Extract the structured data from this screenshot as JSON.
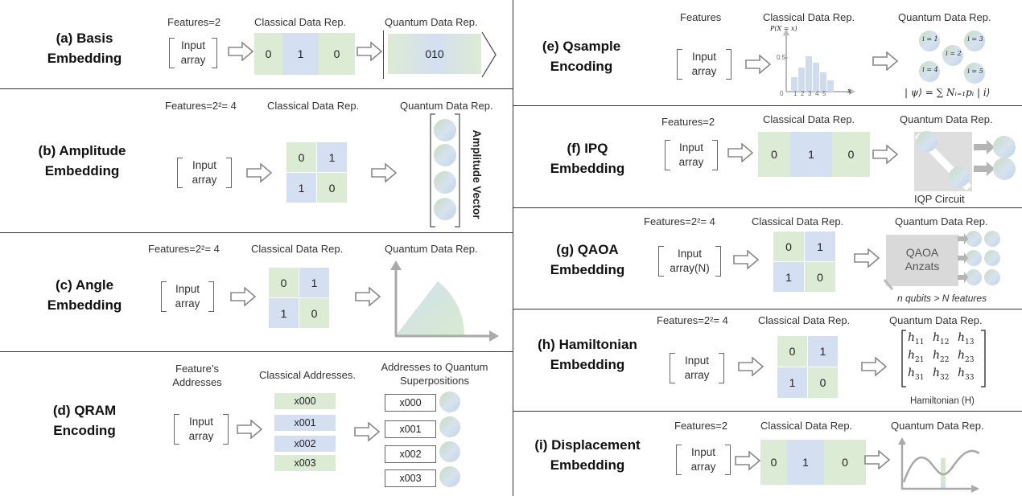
{
  "panels": {
    "a": {
      "title": "(a) Basis\nEmbedding",
      "features": "Features=2",
      "classical": "Classical Data Rep.",
      "quantum": "Quantum Data Rep.",
      "input": "Input\narray",
      "cells": [
        "0",
        "1",
        "0"
      ],
      "state": "010"
    },
    "b": {
      "title": "(b) Amplitude\nEmbedding",
      "features": "Features=2²= 4",
      "classical": "Classical Data Rep.",
      "quantum": "Quantum Data Rep.",
      "input": "Input\narray",
      "cells": [
        "0",
        "1",
        "1",
        "0"
      ],
      "vector_label": "Amplitude Vector"
    },
    "c": {
      "title": "(c) Angle\nEmbedding",
      "features": "Features=2²= 4",
      "classical": "Classical Data Rep.",
      "quantum": "Quantum Data Rep.",
      "input": "Input\narray",
      "cells": [
        "0",
        "1",
        "1",
        "0"
      ]
    },
    "d": {
      "title": "(d) QRAM\nEncoding",
      "features": "Feature’s\nAddresses",
      "classical": "Classical Addresses.",
      "quantum": "Addresses to Quantum\nSuperpositions",
      "input": "Input\narray",
      "addresses": [
        "x000",
        "x001",
        "x002",
        "x003"
      ]
    },
    "e": {
      "title": "(e) Qsample\nEncoding",
      "features": "Features",
      "classical": "Classical Data Rep.",
      "quantum": "Quantum Data Rep.",
      "input": "Input\narray",
      "px_label": "P(X = x)",
      "tick_05": "0.5",
      "x_label": "x",
      "x_ticks": [
        "0",
        "1",
        "2",
        "3",
        "4",
        "5"
      ],
      "qubit_labels": [
        "i = 1",
        "i = 3",
        "i = 2",
        "i = 4",
        "i = 5"
      ],
      "formula": "| ψ⟩ = ∑ Nᵢ₌₁pᵢ | i⟩"
    },
    "f": {
      "title": "(f) IPQ\nEmbedding",
      "features": "Features=2",
      "classical": "Classical Data Rep.",
      "quantum": "Quantum Data Rep.",
      "input": "Input\narray",
      "cells": [
        "0",
        "1",
        "0"
      ],
      "circuit": "IQP Circuit"
    },
    "g": {
      "title": "(g) QAOA\nEmbedding",
      "features": "Features=2²= 4",
      "classical": "Classical Data Rep.",
      "quantum": "Quantum Data Rep.",
      "input": "Input\narray(N)",
      "cells": [
        "0",
        "1",
        "1",
        "0"
      ],
      "ansatz": "QAOA\nAnzats",
      "note": "n qubits > N features"
    },
    "h": {
      "title": "(h) Hamiltonian\nEmbedding",
      "features": "Features=2²= 4",
      "classical": "Classical Data Rep.",
      "quantum": "Quantum Data Rep.",
      "input": "Input\narray",
      "cells": [
        "0",
        "1",
        "1",
        "0"
      ],
      "matrix": [
        "h11",
        "h12",
        "h13",
        "h21",
        "h22",
        "h23",
        "h31",
        "h32",
        "h33"
      ],
      "hamiltonian": "Hamiltonian (H)"
    },
    "i": {
      "title": "(i) Displacement\nEmbedding",
      "features": "Features=2",
      "classical": "Classical Data Rep.",
      "quantum": "Quantum Data Rep.",
      "input": "Input\narray",
      "cells": [
        "0",
        "1",
        "0"
      ]
    }
  },
  "colors": {
    "green": "#dcebd3",
    "blue": "#d4dff1",
    "arrow": "#888888",
    "divider": "#333333"
  }
}
